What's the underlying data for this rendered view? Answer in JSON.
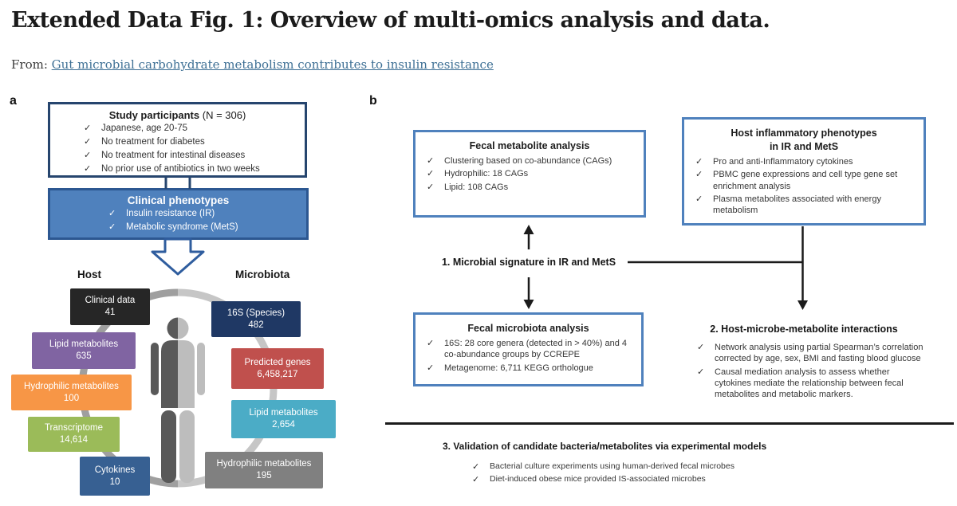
{
  "page": {
    "title": "Extended Data Fig. 1: Overview of multi-omics analysis and data.",
    "from_label": "From: ",
    "link_text": "Gut microbial carbohydrate metabolism contributes to insulin resistance"
  },
  "icons": {
    "check": "✓"
  },
  "colors": {
    "accent_blue": "#4f81bd",
    "dark_navy": "#26456e",
    "blue_box_fill": "#4f81bd",
    "block_arrow_outline": "#2f5d9e",
    "link": "#3e7095",
    "ring_left": "#9f9f9f",
    "ring_right": "#c6c6c6",
    "person_left": "#595959",
    "person_right": "#bdbdbd",
    "line_black": "#1b1b1b"
  },
  "panel_a": {
    "label": "a",
    "participants": {
      "title_bold": "Study participants",
      "title_rest": " (N = 306)",
      "items": [
        "Japanese, age 20-75",
        "No treatment for diabetes",
        "No treatment for intestinal diseases",
        "No prior use of antibiotics in two weeks"
      ]
    },
    "phenotypes": {
      "title": "Clinical phenotypes",
      "items": [
        "Insulin resistance (IR)",
        "Metabolic syndrome (MetS)"
      ]
    },
    "host_heading": "Host",
    "microbiota_heading": "Microbiota",
    "host_boxes": [
      {
        "label": "Clinical data",
        "count": "41",
        "color": "#262626"
      },
      {
        "label": "Lipid metabolites",
        "count": "635",
        "color": "#8064a2"
      },
      {
        "label": "Hydrophilic metabolites",
        "count": "100",
        "color": "#f79646"
      },
      {
        "label": "Transcriptome",
        "count": "14,614",
        "color": "#9bbb59"
      },
      {
        "label": "Cytokines",
        "count": "10",
        "color": "#376092"
      }
    ],
    "microbiota_boxes": [
      {
        "label": "16S (Species)",
        "count": "482",
        "color": "#1f3864"
      },
      {
        "label": "Predicted genes",
        "count": "6,458,217",
        "color": "#c0504d"
      },
      {
        "label": "Lipid metabolites",
        "count": "2,654",
        "color": "#4bacc6"
      },
      {
        "label": "Hydrophilic metabolites",
        "count": "195",
        "color": "#808080"
      }
    ]
  },
  "panel_b": {
    "label": "b",
    "fecal_metabolite": {
      "title": "Fecal metabolite analysis",
      "items": [
        "Clustering based on co-abundance (CAGs)",
        "Hydrophilic: 18 CAGs",
        "Lipid: 108 CAGs"
      ]
    },
    "host_inflammatory": {
      "title_line1": "Host inflammatory phenotypes",
      "title_line2": "in IR and MetS",
      "items": [
        "Pro and anti-Inflammatory cytokines",
        "PBMC gene expressions and cell type gene set enrichment analysis",
        "Plasma metabolites associated with energy metabolism"
      ]
    },
    "step1_heading": "1. Microbial signature in IR and MetS",
    "fecal_microbiota": {
      "title": "Fecal microbiota analysis",
      "items": [
        "16S: 28 core genera (detected in > 40%) and 4 co-abundance groups by CCREPE",
        "Metagenome: 6,711 KEGG orthologue"
      ]
    },
    "step2": {
      "title": "2. Host-microbe-metabolite interactions",
      "items": [
        "Network analysis using partial Spearman’s correlation corrected by age, sex, BMI and fasting blood glucose",
        "Causal mediation analysis to assess whether cytokines mediate the relationship between fecal metabolites and metabolic markers."
      ]
    },
    "step3": {
      "title": "3. Validation of candidate bacteria/metabolites via experimental models",
      "items": [
        "Bacterial culture experiments using human-derived fecal microbes",
        "Diet-induced obese mice provided IS-associated microbes"
      ]
    }
  }
}
